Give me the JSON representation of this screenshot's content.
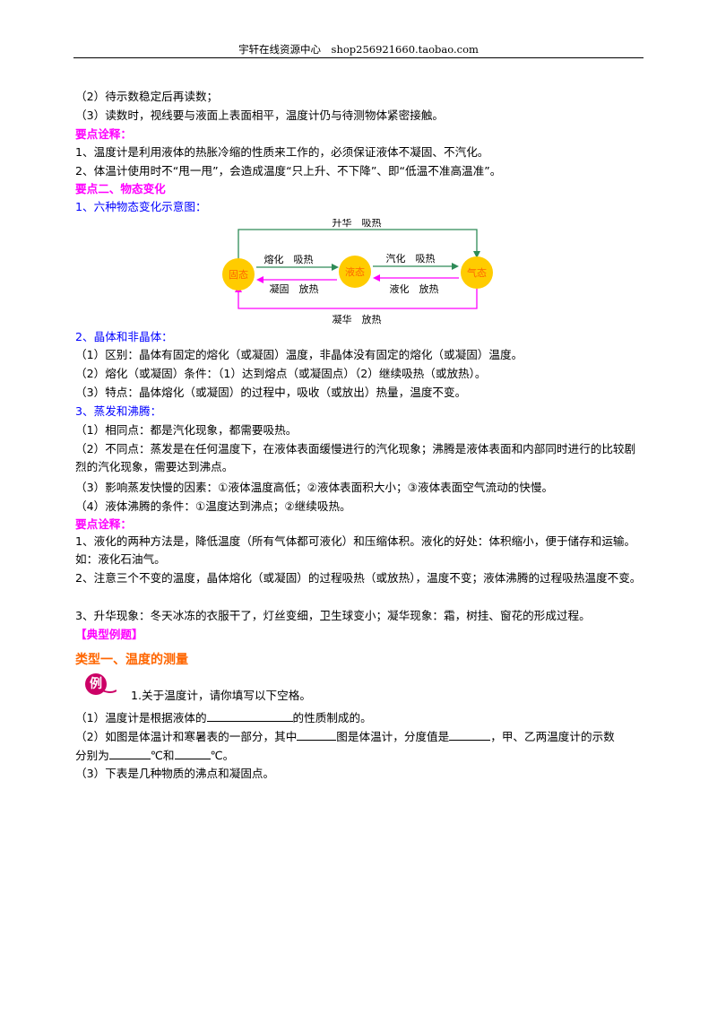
{
  "header": "宇轩在线资源中心　shop256921660.taobao.com",
  "lines": [
    "（2）待示数稳定后再读数；",
    "（3）读数时，视线要与液面上表面相平，温度计仍与待测物体紧密接触。",
    "要点诠释：",
    "1、温度计是利用液体的热胀冷缩的性质来工作的，必须保证液体不凝固、不汽化。",
    "2、体温计使用时不“甩一甩”，会造成温度“只上升、不下降”、即“低温不准高温准”。",
    "要点二、物态变化",
    "1、六种物态变化示意图："
  ],
  "diagram": {
    "states": {
      "solid": "固态",
      "liquid": "液态",
      "gas": "气态"
    },
    "top_label": "升华　吸热",
    "bottom_label": "凝华　放热",
    "melt_label": "熔化　吸热",
    "freeze_label": "凝固　放热",
    "vaporize_label": "汽化　吸热",
    "condense_label": "液化　放热",
    "colors": {
      "sublimation": "#2e8b57",
      "deposition": "#ff00ff",
      "melt": "#2e8b57",
      "freeze": "#ff00ff",
      "vaporize": "#2e8b57",
      "condense": "#ff00ff",
      "circle": "#ffcc00",
      "circle_text": "#ff6600"
    }
  },
  "section2": [
    "2、晶体和非晶体：",
    "（1）区别：晶体有固定的熔化（或凝固）温度，非晶体没有固定的熔化（或凝固）温度。",
    "（2）熔化（或凝固）条件：（1）达到熔点（或凝固点）（2）继续吸热（或放热）。",
    "（3）特点：晶体熔化（或凝固）的过程中，吸收（或放出）热量，温度不变。",
    "3、蒸发和沸腾：",
    "（1）相同点：都是汽化现象，都需要吸热。"
  ],
  "para_diff": "（2）不同点：蒸发是在任何温度下，在液体表面缓慢进行的汽化现象；沸腾是液体表面和内部同时进行的比较剧烈的汽化现象，需要达到沸点。",
  "section3": [
    "（3）影响蒸发快慢的因素：①液体温度高低；②液体表面积大小；③液体表面空气流动的快慢。",
    "（4）液体沸腾的条件：①温度达到沸点；②继续吸热。",
    "要点诠释："
  ],
  "para_liquefy": "1、液化的两种方法是，降低温度（所有气体都可液化）和压缩体积。液化的好处：体积缩小，便于储存和运输。如：液化石油气。",
  "para_constant": "2、注意三个不变的温度，晶体熔化（或凝固）的过程吸热（或放热），温度不变；液体沸腾的过程吸热温度不变。",
  "line_sublimation": "3、升华现象：冬天冰冻的衣服干了，灯丝变细，卫生球变小；凝华现象：霜，树挂、窗花的形成过程。",
  "typical_examples": "【典型例题】",
  "type_title": "类型一、温度的测量",
  "badge": "例",
  "q1": "1.关于温度计，请你填写以下空格。",
  "q1_1_a": "（1）温度计是根据液体的",
  "q1_1_b": "的性质制成的。",
  "q1_2_a": "（2）如图是体温计和寒暑表的一部分，其中",
  "q1_2_b": "图是体温计，分度值是",
  "q1_2_c": "，甲、乙两温度计的示数",
  "q1_2_d": "分别为",
  "q1_2_e": "℃和",
  "q1_2_f": "℃。",
  "q1_3": "（3）下表是几种物质的沸点和凝固点。"
}
